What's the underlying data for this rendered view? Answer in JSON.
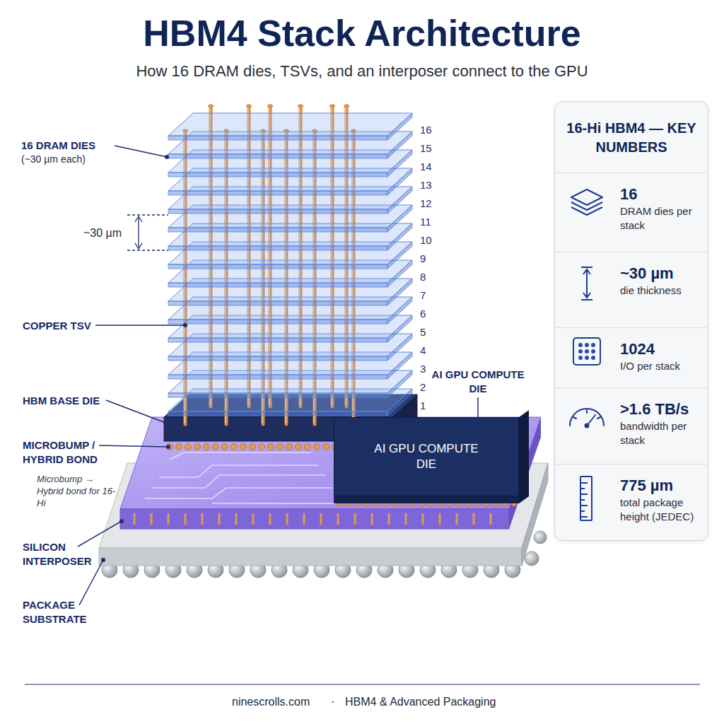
{
  "diagram": {
    "title": "HBM4 Stack Architecture",
    "caption": "How 16 DRAM dies, TSVs, and an interposer connect to the GPU",
    "nodes": [
      {
        "text": [
          "16-Hi HBM4 — KEY NUMBERS"
        ]
      },
      {
        "text": [
          "16",
          "DRAM dies per stack"
        ],
        "in": 0
      },
      {
        "text": [
          "~30 µm",
          "die thickness"
        ],
        "in": 0
      },
      {
        "text": [
          "1024",
          "I/O per stack"
        ],
        "in": 0
      },
      {
        "text": [
          ">1.6 TB/s",
          "bandwidth per stack"
        ],
        "in": 0
      },
      {
        "text": [
          "775 µm",
          "total package height (JEDEC)"
        ],
        "in": 0
      },
      {
        "text": [
          "AI GPU COMPUTE DIE"
        ]
      }
    ],
    "labels": [
      "16 DRAM DIES",
      "(~30 µm each)",
      "~30 µm",
      "COPPER TSV",
      "HBM BASE DIE",
      "MICROBUMP / HYBRID BOND",
      "Microbump → Hybrid bond for 16-Hi",
      "SILICON INTERPOSER",
      "PACKAGE SUBSTRATE",
      "AI GPU COMPUTE DIE",
      "16",
      "15",
      "14",
      "13",
      "12",
      "11",
      "10",
      "9",
      "8",
      "7",
      "6",
      "5",
      "4",
      "3",
      "2",
      "1",
      "ninescrolls.com",
      "·",
      "HBM4 & Advanced Packaging"
    ]
  }
}
